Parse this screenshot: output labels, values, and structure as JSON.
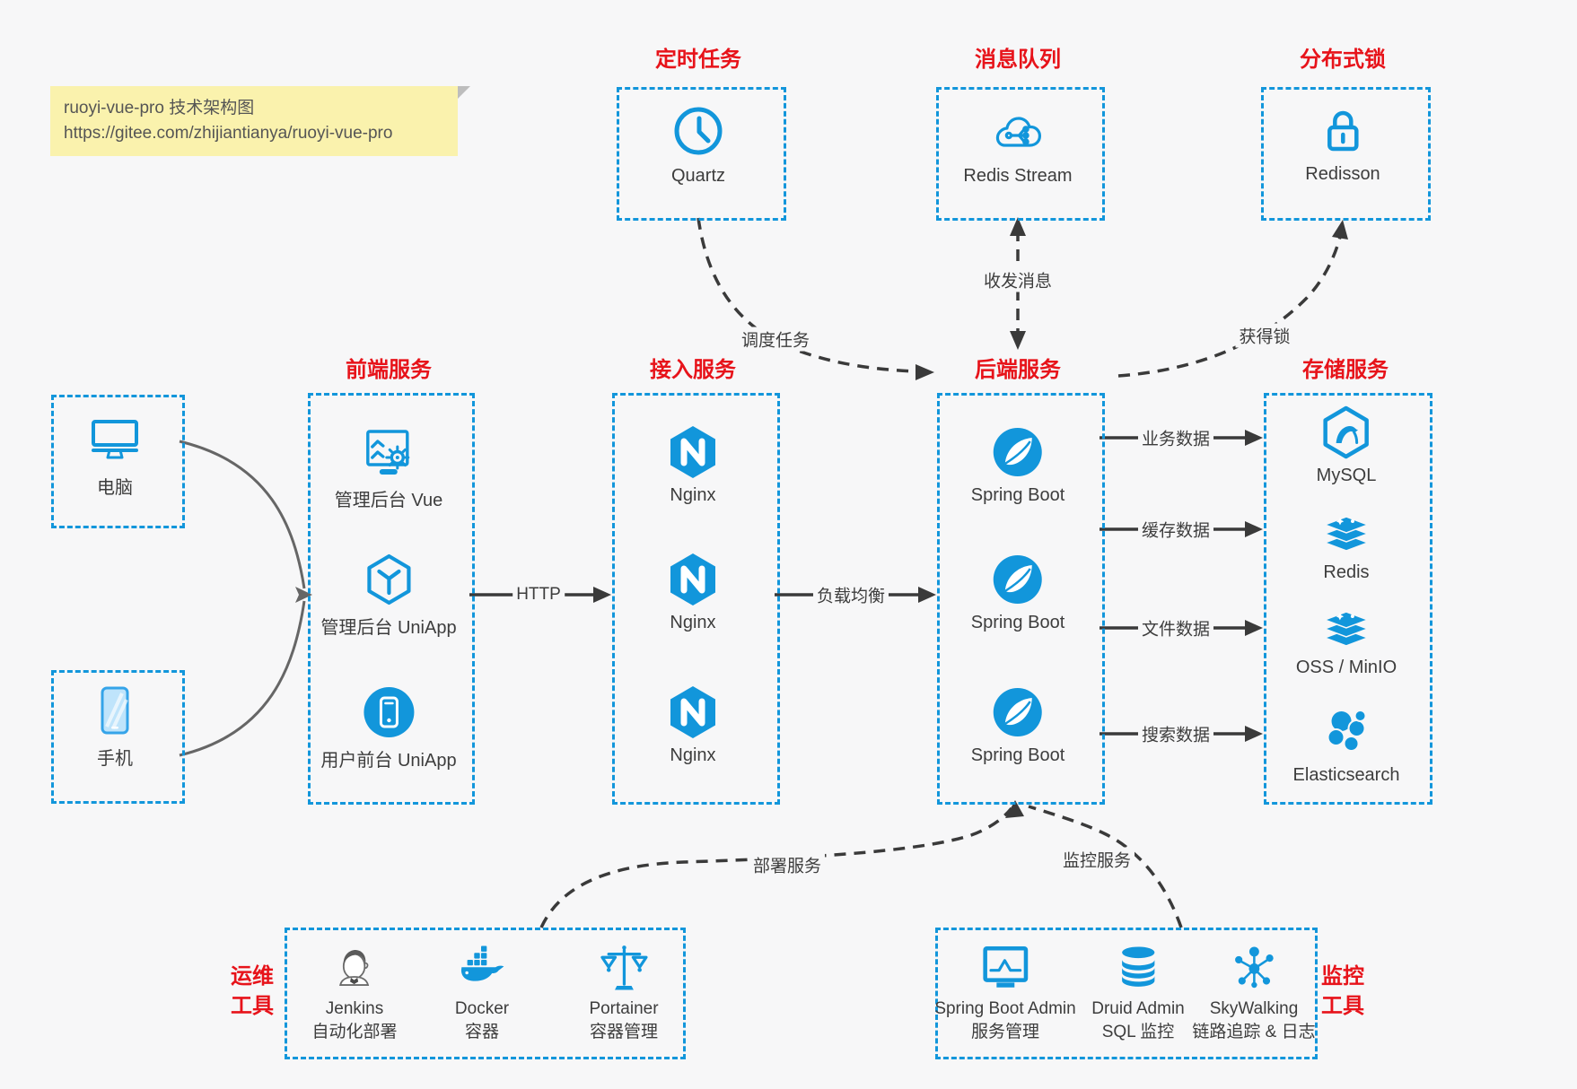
{
  "colors": {
    "accent_blue": "#1296db",
    "title_red": "#e7131a",
    "note_bg": "#faf2ad",
    "background": "#f7f7f8",
    "arrow_dark": "#3a3a3a",
    "arrow_gray": "#666666"
  },
  "note": {
    "line1": "ruoyi-vue-pro 技术架构图",
    "line2": "https://gitee.com/zhijiantianya/ruoyi-vue-pro"
  },
  "groups": {
    "scheduler": {
      "title": "定时任务",
      "items": [
        {
          "label": "Quartz",
          "icon": "clock-icon"
        }
      ]
    },
    "mq": {
      "title": "消息队列",
      "items": [
        {
          "label": "Redis Stream",
          "icon": "cloud-stream-icon"
        }
      ]
    },
    "lock": {
      "title": "分布式锁",
      "items": [
        {
          "label": "Redisson",
          "icon": "lock-icon"
        }
      ]
    },
    "clients": {
      "items": [
        {
          "label": "电脑",
          "icon": "desktop-icon"
        },
        {
          "label": "手机",
          "icon": "smartphone-icon"
        }
      ]
    },
    "frontend": {
      "title": "前端服务",
      "items": [
        {
          "label": "管理后台 Vue",
          "icon": "admin-dashboard-icon"
        },
        {
          "label": "管理后台 UniApp",
          "icon": "cube-icon"
        },
        {
          "label": "用户前台 UniApp",
          "icon": "mobile-app-icon"
        }
      ]
    },
    "gateway": {
      "title": "接入服务",
      "items": [
        {
          "label": "Nginx",
          "icon": "nginx-icon"
        },
        {
          "label": "Nginx",
          "icon": "nginx-icon"
        },
        {
          "label": "Nginx",
          "icon": "nginx-icon"
        }
      ]
    },
    "backend": {
      "title": "后端服务",
      "items": [
        {
          "label": "Spring Boot",
          "icon": "spring-leaf-icon"
        },
        {
          "label": "Spring Boot",
          "icon": "spring-leaf-icon"
        },
        {
          "label": "Spring Boot",
          "icon": "spring-leaf-icon"
        }
      ]
    },
    "storage": {
      "title": "存储服务",
      "items": [
        {
          "label": "MySQL",
          "icon": "mysql-dolphin-icon"
        },
        {
          "label": "Redis",
          "icon": "redis-stack-icon"
        },
        {
          "label": "OSS / MinIO",
          "icon": "storage-stack-icon"
        },
        {
          "label": "Elasticsearch",
          "icon": "elasticsearch-cluster-icon"
        }
      ]
    },
    "devops": {
      "title_line1": "运维",
      "title_line2": "工具",
      "items": [
        {
          "name": "Jenkins",
          "desc": "自动化部署",
          "icon": "jenkins-butler-icon"
        },
        {
          "name": "Docker",
          "desc": "容器",
          "icon": "docker-whale-icon"
        },
        {
          "name": "Portainer",
          "desc": "容器管理",
          "icon": "scales-icon"
        }
      ]
    },
    "monitoring": {
      "title_line1": "监控",
      "title_line2": "工具",
      "items": [
        {
          "name": "Spring Boot Admin",
          "desc": "服务管理",
          "icon": "monitor-chart-icon"
        },
        {
          "name": "Druid Admin",
          "desc": "SQL 监控",
          "icon": "database-icon"
        },
        {
          "name": "SkyWalking",
          "desc": "链路追踪 & 日志",
          "icon": "topology-icon"
        }
      ]
    }
  },
  "edges": {
    "schedule": "调度任务",
    "message": "收发消息",
    "acquire_lock": "获得锁",
    "http": "HTTP",
    "load_balance": "负载均衡",
    "business_data": "业务数据",
    "cache_data": "缓存数据",
    "file_data": "文件数据",
    "search_data": "搜索数据",
    "deploy": "部署服务",
    "monitor": "监控服务"
  }
}
